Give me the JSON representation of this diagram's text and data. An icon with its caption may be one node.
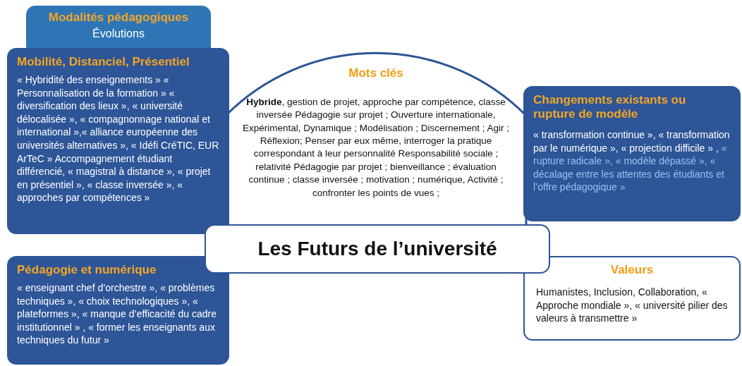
{
  "diagram": {
    "nodes": [
      {
        "text": [
          "Modalités pédagogiques",
          "Évolutions"
        ]
      },
      {
        "text": [
          "Mobilité, Distanciel, Présentiel",
          "« Hybridité des enseignements » « Personnalisation de la formation » « diversification des lieux »,  « université délocalisée », «  compagnonnage national et international »,« alliance européenne des universités alternatives », « Idéfi CréTIC, EUR ArTeC » Accompagnement étudiant différencié, « magistral à distance », « projet en présentiel », « classe inversée », « approches par compétences »"
        ]
      },
      {
        "text": [
          "Mots clés",
          "**Hybride**, gestion de projet, approche par compétence, classe inversée Pédagogie sur projet ; Ouverture internationale, Expérimental, Dynamique ; Modélisation ; Discernement ; Agir ; Réflexion; Penser par eux même, interroger la pratique correspondant à leur personnalité Responsabilité sociale ; relativité Pédagogie par projet ; bienveillance ; évaluation continue ; classe inversée ; motivation ; numérique, Activité ; confronter les points de vues ;"
        ]
      },
      {
        "text": [
          "Changements existants ou rupture de modèle",
          "« transformation continue », « transformation par le numérique », « projection difficile » ,",
          "« rupture radicale », « modèle dépassé », « décalage entre les attentes des étudiants et l’offre pédagogique »"
        ]
      },
      {
        "text": [
          "Les Futurs de l’université"
        ]
      },
      {
        "text": [
          "Pédagogie et numérique",
          "« enseignant chef d’orchestre », « problèmes techniques », « choix technologiques », « plateformes », « manque d’efficacité du cadre institutionnel » , « former les enseignants aux techniques du futur »"
        ]
      },
      {
        "text": [
          "Valeurs",
          "Humanistes, Inclusion, Collaboration, « Approche mondiale », « université pilier des valeurs à transmettre »"
        ]
      }
    ]
  }
}
